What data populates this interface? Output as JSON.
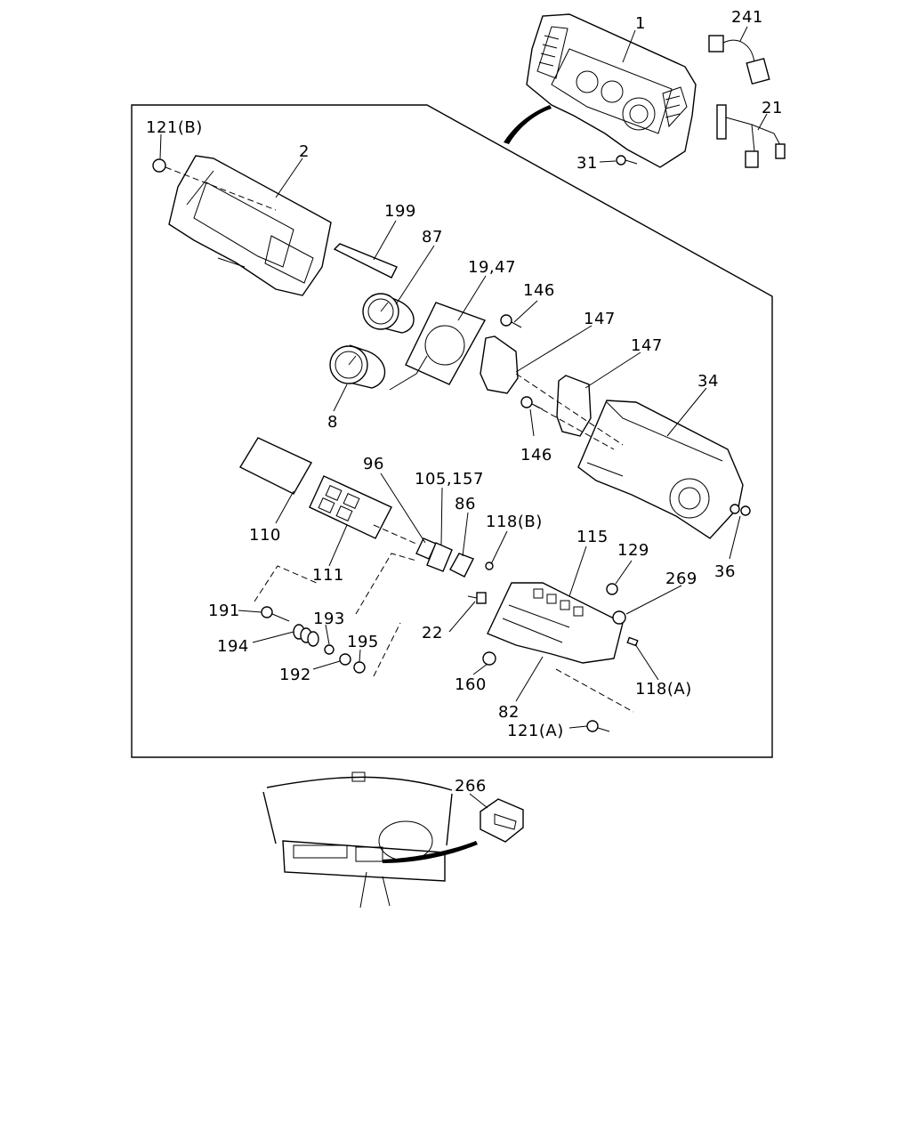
{
  "diagram": {
    "callouts": [
      {
        "id": "1",
        "text": "1"
      },
      {
        "id": "2",
        "text": "2"
      },
      {
        "id": "8",
        "text": "8"
      },
      {
        "id": "19_47",
        "text": "19,47"
      },
      {
        "id": "21",
        "text": "21"
      },
      {
        "id": "22",
        "text": "22"
      },
      {
        "id": "31",
        "text": "31"
      },
      {
        "id": "34",
        "text": "34"
      },
      {
        "id": "36",
        "text": "36"
      },
      {
        "id": "82",
        "text": "82"
      },
      {
        "id": "86",
        "text": "86"
      },
      {
        "id": "87",
        "text": "87"
      },
      {
        "id": "96",
        "text": "96"
      },
      {
        "id": "105_157",
        "text": "105,157"
      },
      {
        "id": "110",
        "text": "110"
      },
      {
        "id": "111",
        "text": "111"
      },
      {
        "id": "115",
        "text": "115"
      },
      {
        "id": "118A",
        "text": "118(A)"
      },
      {
        "id": "118B",
        "text": "118(B)"
      },
      {
        "id": "121A",
        "text": "121(A)"
      },
      {
        "id": "121B",
        "text": "121(B)"
      },
      {
        "id": "129",
        "text": "129"
      },
      {
        "id": "146a",
        "text": "146"
      },
      {
        "id": "146b",
        "text": "146"
      },
      {
        "id": "147a",
        "text": "147"
      },
      {
        "id": "147b",
        "text": "147"
      },
      {
        "id": "160",
        "text": "160"
      },
      {
        "id": "191",
        "text": "191"
      },
      {
        "id": "192",
        "text": "192"
      },
      {
        "id": "193",
        "text": "193"
      },
      {
        "id": "194",
        "text": "194"
      },
      {
        "id": "195",
        "text": "195"
      },
      {
        "id": "199",
        "text": "199"
      },
      {
        "id": "241",
        "text": "241"
      },
      {
        "id": "266",
        "text": "266"
      },
      {
        "id": "269",
        "text": "269"
      }
    ]
  }
}
